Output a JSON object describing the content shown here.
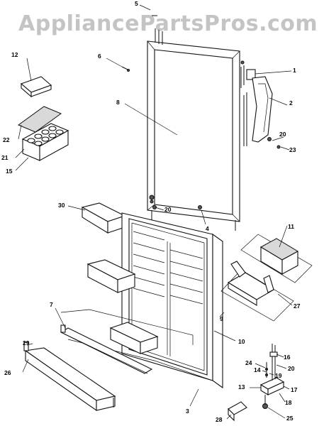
{
  "watermark": "AppliancePartsPros.com",
  "labels": {
    "l1": "1",
    "l2": "2",
    "l3": "3",
    "l4": "4",
    "l5": "5",
    "l6": "6",
    "l7": "7",
    "l8": "8",
    "l9": "9",
    "l10": "10",
    "l11": "11",
    "l12": "12",
    "l13": "13",
    "l14": "14",
    "l15": "15",
    "l16": "16",
    "l17": "17",
    "l18": "18",
    "l19": "19",
    "l20a": "20",
    "l20b": "20",
    "l20c": "20",
    "l21": "21",
    "l22": "22",
    "l23": "23",
    "l24": "24",
    "l25": "25",
    "l26": "26",
    "l27": "27",
    "l28": "28",
    "l29": "29",
    "l30": "30"
  }
}
